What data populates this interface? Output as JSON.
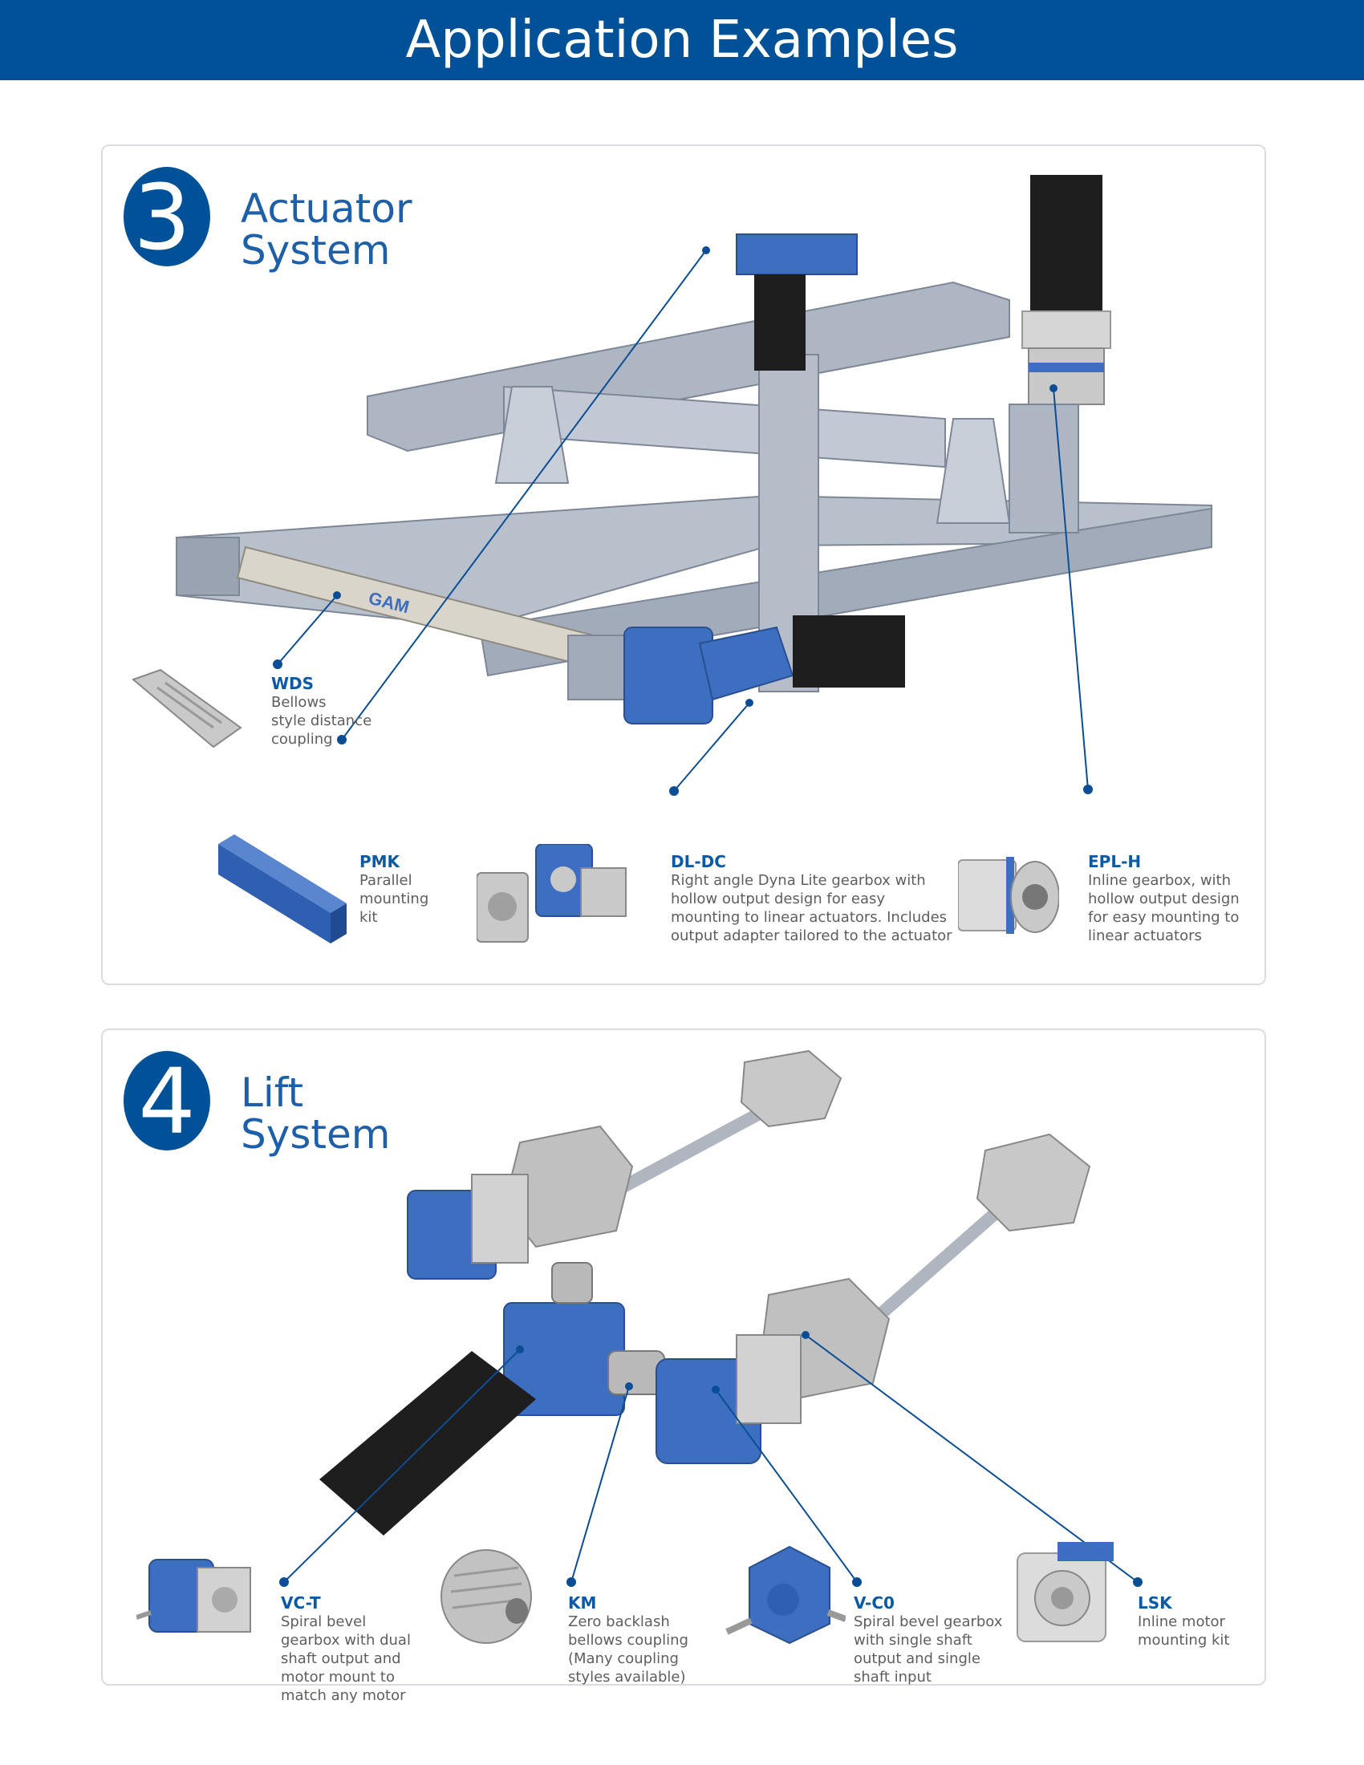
{
  "header": {
    "title": "Application Examples"
  },
  "colors": {
    "brand_blue": "#005198",
    "accent_blue": "#1d5fa8",
    "product_blue": "#3d6fc0",
    "frame_gray": "#a7afbd",
    "motor_black": "#1e1e1e"
  },
  "section3": {
    "number": "3",
    "title_line1": "Actuator",
    "title_line2": "System",
    "callouts": [
      {
        "code": "WDS",
        "desc": [
          "Bellows",
          "style distance",
          "coupling"
        ]
      },
      {
        "code": "PMK",
        "desc": [
          "Parallel",
          "mounting",
          "kit"
        ]
      },
      {
        "code": "DL-DC",
        "desc": [
          "Right angle Dyna Lite gearbox with",
          "hollow output design for easy",
          "mounting to linear actuators. Includes",
          "output adapter tailored to the actuator"
        ]
      },
      {
        "code": "EPL-H",
        "desc": [
          "Inline gearbox, with",
          "hollow output design",
          "for easy mounting to",
          "linear actuators"
        ]
      }
    ],
    "logo_text": "GAM"
  },
  "section4": {
    "number": "4",
    "title_line1": "Lift",
    "title_line2": "System",
    "callouts": [
      {
        "code": "VC-T",
        "desc": [
          "Spiral bevel",
          "gearbox with dual",
          "shaft output and",
          "motor mount to",
          "match any motor"
        ]
      },
      {
        "code": "KM",
        "desc": [
          "Zero backlash",
          "bellows coupling",
          "(Many coupling",
          "styles available)"
        ]
      },
      {
        "code": "V-C0",
        "desc": [
          "Spiral bevel gearbox",
          "with single shaft",
          "output and single",
          "shaft input"
        ]
      },
      {
        "code": "LSK",
        "desc": [
          "Inline motor",
          "mounting kit"
        ]
      }
    ]
  }
}
